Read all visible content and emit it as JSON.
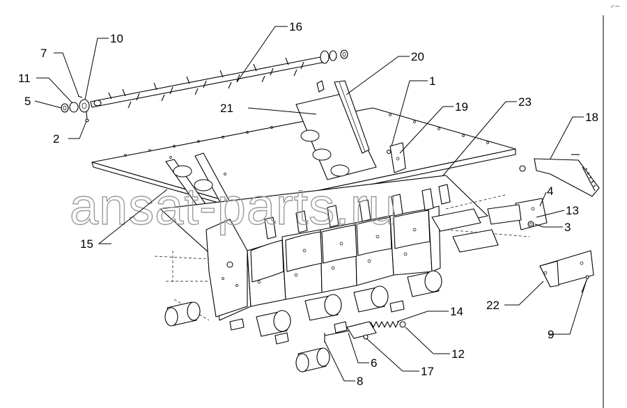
{
  "watermark": "ansat-parts.ru",
  "corner_mark": "e* ==",
  "labels": {
    "l1": "1",
    "l2": "2",
    "l3": "3",
    "l4": "4",
    "l5": "5",
    "l6": "6",
    "l7": "7",
    "l8": "8",
    "l9": "9",
    "l10": "10",
    "l11": "11",
    "l12": "12",
    "l13": "13",
    "l14": "14",
    "l15": "15",
    "l16": "16",
    "l17": "17",
    "l18": "18",
    "l19": "19",
    "l20": "20",
    "l21": "21",
    "l22": "22",
    "l23": "23"
  }
}
